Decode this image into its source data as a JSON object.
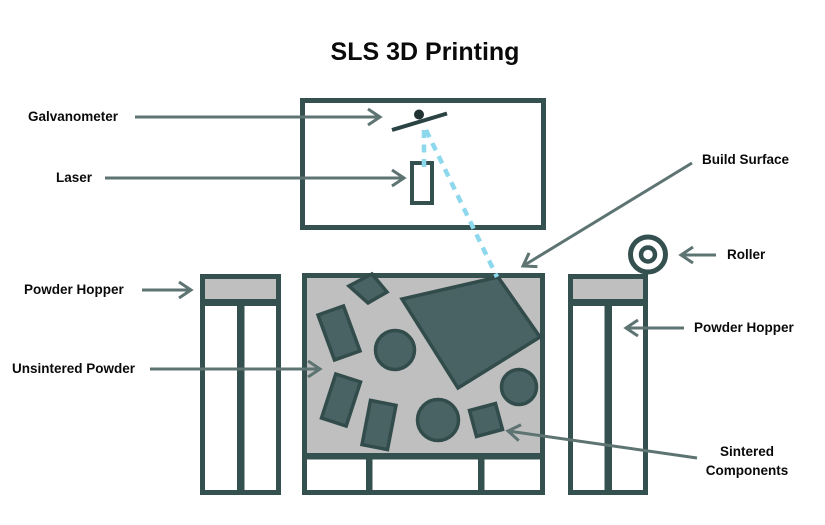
{
  "title": "SLS 3D Printing",
  "labels": {
    "galvanometer": "Galvanometer",
    "laser": "Laser",
    "build_surface": "Build Surface",
    "roller": "Roller",
    "powder_hopper_left": "Powder Hopper",
    "powder_hopper_right": "Powder Hopper",
    "unsintered_powder": "Unsintered Powder",
    "sintered_components_line1": "Sintered",
    "sintered_components_line2": "Components"
  },
  "colors": {
    "outline": "#35514f",
    "shape_fill": "#496263",
    "shape_stroke": "#324c4c",
    "powder_gray": "#bfbfbf",
    "arrow": "#5d7473",
    "laser_beam": "#8dd8ec",
    "text": "#0a0a0a",
    "dot": "#203231"
  }
}
